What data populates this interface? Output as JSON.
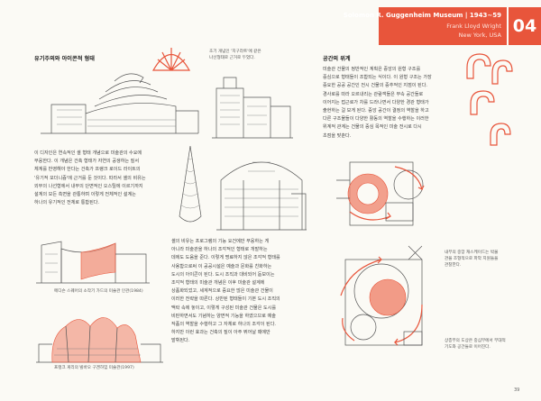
{
  "header": {
    "title": "Solomon R. Guggenheim Museum | 1943~59",
    "architect": "Frank Lloyd Wright",
    "location": "New York, USA",
    "page_tab": "04"
  },
  "left_page": {
    "section_title": "유기주의와 아이콘적 형태",
    "body": [
      "이 디자인은 연속적인 셸 형태 개념으로 미술관의 수요에",
      "부응한다. 이 개념은 건축 형태가 자연의 공생하는 질서",
      "체계를 반영해야 한다는 건축가 프랭크 로이드 라이트의",
      "'유기적 모더니즘'에 근거를 둔 것이다. 따라서 셸의 비유는",
      "외부의 나선형에서 내부의 단면적인 오스틸에 이르기까지",
      "설계의 모든 측면을 관통하며 이렇게 전체적인 설계는",
      "하나의 유기적인 전체로 통합된다."
    ],
    "caption_shell": [
      "초기 개념인 '지구라트'에 같은",
      "나선형태로 근거로 두었다."
    ],
    "caption_sketch_a": "메디슨 스퀘어의 소작기 가드의 미술관 인관(1984)",
    "caption_sketch_b": "프랭크 게리의 빌바오 구겐하임 미술관(1997)"
  },
  "center": {
    "body": [
      "셸의 비유는 프로그램의 기능 요건에만 부응하는 게",
      "아니라 미술관을 하나의 조각적인 형태로 개발하는",
      "데에도 도움을 준다. 이렇게 명료하지 않은 조각적 형태를",
      "사용함으로써 이 공공시설은 예술과 문화를 친화하는",
      "도시의 아이콘이 된다. 도시 조직과 대비되어 돋보이는",
      "조각적 형태의 미술관 개념은 이후 미술관 설계에",
      "상품화되었고, 세계적으로 중요한 많은 미술관 건물이",
      "이러한 전략을 따른다. 상반된 형태들이 기본 도시 조직의",
      "맥락 속에 놓이고, 이렇게 구성된 미술관 건물은 도시를",
      "비판하면서도 기념하는 양면적 기능을 하였으므로 예술",
      "작품의 역할을 수행하고 그 자체로 하나의 조각이 된다.",
      "하지만 이런 효과는 건축의 질이 아주 뛰어날 때에만",
      "발휘된다."
    ]
  },
  "right_page": {
    "section_title": "공간의 위계",
    "body": [
      "미술관 건물의 정반적인 계획은 중앙의 원형 구조를",
      "중심으로 형태들이 조합되는 식이다. 이 원형 구조는 가장",
      "중요한 공공 공간인 전시 건물의 중추적인 지점이 된다.",
      "경사로를 따라 오르내리는 관람객들은 부속 공간들로",
      "이어지는 접근로가 차를 드라나면서 다양한 경관 형태가",
      "출현하는 걸 보게 된다. 중앙 공간이 결정의 역할을 하고",
      "다른 구조물들이 다양한 활동의 역할을 수행하는 이러한",
      "위계적 관계는 건물의 중심 목적인 미술 전시로 다시",
      "초점을 맞춘다."
    ],
    "caption_plan": [
      "내부의 중앙 캐스케이드는 박물",
      "관을 조형적으로 파악 지원들을",
      "관찰한다."
    ],
    "caption_circulation": [
      "상층부의 도상은 중심부에서 부대적",
      "기도와 공간들로 이어진다."
    ]
  },
  "folio": "39",
  "colors": {
    "accent": "#e8553b",
    "accent_light": "#f08a73"
  }
}
